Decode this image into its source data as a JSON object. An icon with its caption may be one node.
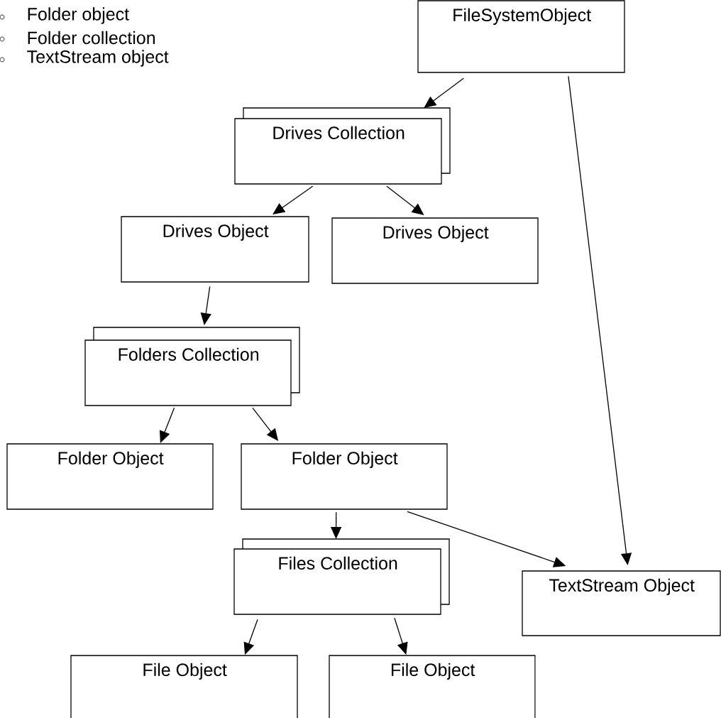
{
  "diagram": {
    "nodes": [
      {
        "text": [
          "FileSystemObject"
        ]
      },
      {
        "text": [
          "Drives Collection"
        ]
      },
      {
        "text": [
          "Drives Object"
        ]
      },
      {
        "text": [
          "Drives Object"
        ]
      },
      {
        "text": [
          "Folders Collection"
        ]
      },
      {
        "text": [
          "Folder Object"
        ]
      },
      {
        "text": [
          "Folder Object"
        ]
      },
      {
        "text": [
          "Files Collection"
        ]
      },
      {
        "text": [
          "TextStream Object"
        ]
      },
      {
        "text": [
          "File Object"
        ]
      },
      {
        "text": [
          "File Object"
        ]
      }
    ],
    "edges": [
      {
        "from": 0,
        "to": 1,
        "arrow": "to"
      },
      {
        "from": 0,
        "to": 8,
        "arrow": "to"
      },
      {
        "from": 1,
        "to": 2,
        "arrow": "to"
      },
      {
        "from": 1,
        "to": 3,
        "arrow": "to"
      },
      {
        "from": 2,
        "to": 4,
        "arrow": "to"
      },
      {
        "from": 4,
        "to": 5,
        "arrow": "to"
      },
      {
        "from": 4,
        "to": 6,
        "arrow": "to"
      },
      {
        "from": 6,
        "to": 7,
        "arrow": "to"
      },
      {
        "from": 6,
        "to": 8,
        "arrow": "to"
      },
      {
        "from": 7,
        "to": 9,
        "arrow": "to"
      },
      {
        "from": 7,
        "to": 10,
        "arrow": "to"
      }
    ],
    "labels": [
      "Folder object",
      "Folder collection",
      "TextStream object"
    ]
  }
}
